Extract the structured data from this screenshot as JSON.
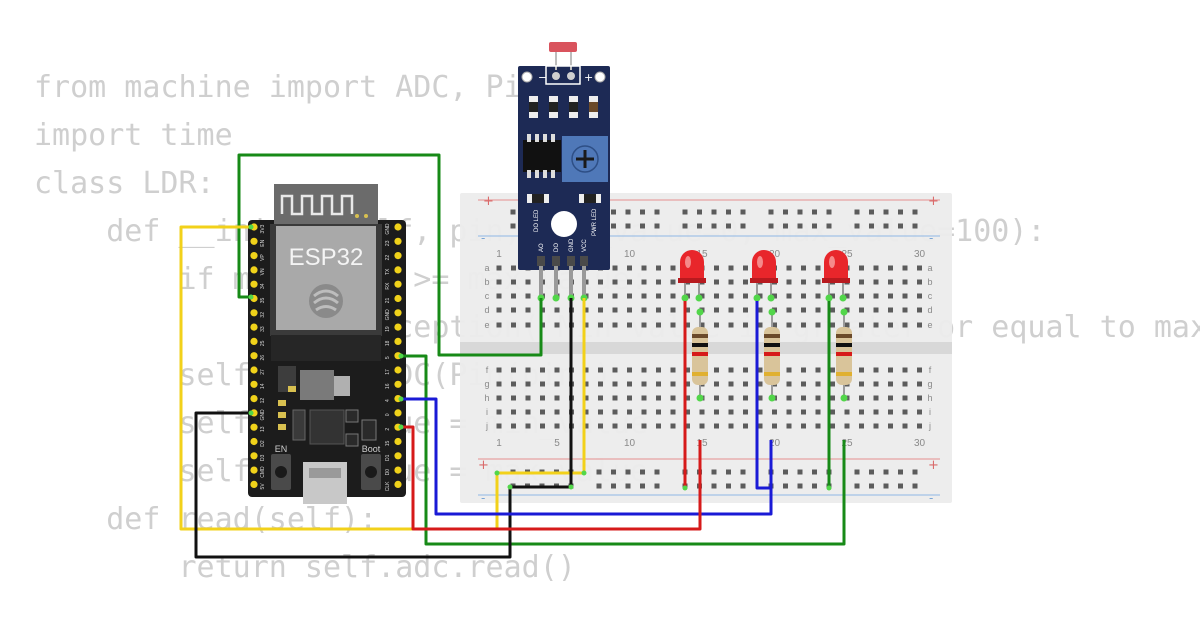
{
  "code_lines": [
    "from machine import ADC, Pin",
    "import time",
    "class LDR:",
    "    def __init__(self, pin, min_value=0, max_value=100):",
    "        if min_value >= max_value:",
    "            raise Exception('Min value is greater or equal to max value')",
    "        self.adc = ADC(Pin(pin))",
    "        self.min_value = min_value",
    "        self.max_value = max_value",
    "    def read(self):",
    "        return self.adc.read()"
  ],
  "esp32": {
    "label": "ESP32",
    "left_pins": [
      "3V3",
      "EN",
      "VP",
      "VN",
      "34",
      "35",
      "32",
      "33",
      "25",
      "26",
      "27",
      "14",
      "12",
      "GND",
      "13",
      "D2",
      "D3",
      "CMD",
      "5V"
    ],
    "right_pins": [
      "GND",
      "23",
      "22",
      "TX",
      "RX",
      "21",
      "GND",
      "19",
      "18",
      "5",
      "17",
      "16",
      "4",
      "0",
      "2",
      "15",
      "D1",
      "D0",
      "CLK"
    ],
    "button_en": "EN",
    "button_boot": "Boot"
  },
  "ldr_module": {
    "pins": [
      "AO",
      "DO",
      "GND",
      "VCC"
    ],
    "led_pwr": "PWR LED",
    "led_do": "DO LED"
  },
  "breadboard": {
    "column_numbers": [
      "1",
      "5",
      "10",
      "15",
      "20",
      "25",
      "30"
    ],
    "row_letters_top": [
      "a",
      "b",
      "c",
      "d",
      "e"
    ],
    "row_letters_bottom": [
      "f",
      "g",
      "h",
      "i",
      "j"
    ]
  },
  "components": {
    "leds": [
      "red-led",
      "red-led",
      "red-led"
    ],
    "resistors": [
      "resistor",
      "resistor",
      "resistor"
    ]
  },
  "colors": {
    "wire_green": "#178a17",
    "wire_yellow": "#f2d11a",
    "wire_black": "#111111",
    "wire_blue": "#1a1ad6",
    "wire_red": "#d61a1a",
    "led_red": "#e8262b",
    "board": "#1c1c1c",
    "module": "#1d2a55"
  }
}
